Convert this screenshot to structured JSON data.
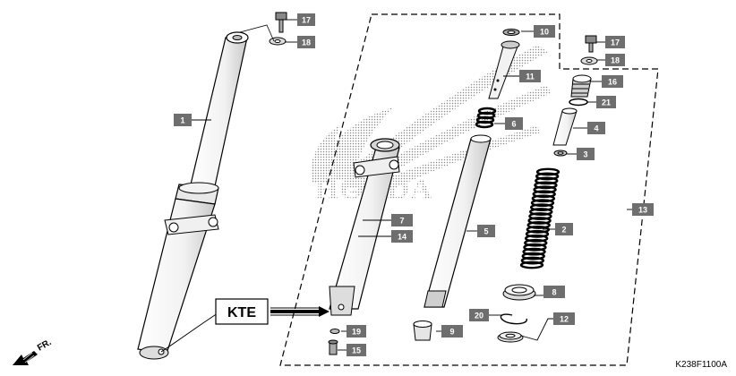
{
  "diagram": {
    "watermark_text": "HONDA",
    "variant_label": "KTE",
    "direction_label": "FR.",
    "drawing_code": "K238F1100A",
    "callouts": [
      {
        "id": "c1",
        "label": "1",
        "part": "fork-pipe-left"
      },
      {
        "id": "c2",
        "label": "2",
        "part": "fork-spring"
      },
      {
        "id": "c3",
        "label": "3",
        "part": "spring-seat"
      },
      {
        "id": "c4",
        "label": "4",
        "part": "spring-collar"
      },
      {
        "id": "c5",
        "label": "5",
        "part": "fork-pipe"
      },
      {
        "id": "c6",
        "label": "6",
        "part": "rebound-spring"
      },
      {
        "id": "c7",
        "label": "7",
        "part": "bottom-case"
      },
      {
        "id": "c14",
        "label": "14",
        "part": "bottom-case-alt"
      },
      {
        "id": "c8",
        "label": "8",
        "part": "dust-seal"
      },
      {
        "id": "c9",
        "label": "9",
        "part": "oil-lock-piece"
      },
      {
        "id": "c10",
        "label": "10",
        "part": "piston-ring"
      },
      {
        "id": "c11",
        "label": "11",
        "part": "fork-piston"
      },
      {
        "id": "c12",
        "label": "12",
        "part": "oil-seal-set"
      },
      {
        "id": "c13",
        "label": "13",
        "part": "right-fork-assembly"
      },
      {
        "id": "c15",
        "label": "15",
        "part": "socket-bolt"
      },
      {
        "id": "c16",
        "label": "16",
        "part": "fork-bolt"
      },
      {
        "id": "c17a",
        "label": "17",
        "part": "top-bolt-left"
      },
      {
        "id": "c17b",
        "label": "17",
        "part": "top-bolt-right"
      },
      {
        "id": "c18a",
        "label": "18",
        "part": "washer-left"
      },
      {
        "id": "c18b",
        "label": "18",
        "part": "washer-right"
      },
      {
        "id": "c19",
        "label": "19",
        "part": "sealing-washer"
      },
      {
        "id": "c20",
        "label": "20",
        "part": "stopper-ring"
      },
      {
        "id": "c21",
        "label": "21",
        "part": "o-ring"
      }
    ]
  }
}
